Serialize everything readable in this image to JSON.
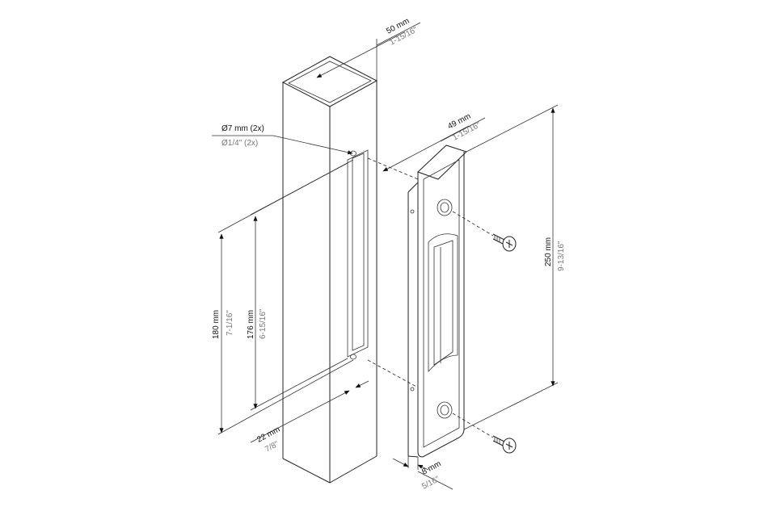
{
  "dimensions": {
    "tube_width": {
      "metric": "50 mm",
      "imperial": "1-15/16\""
    },
    "hole": {
      "metric": "Ø7 mm (2x)",
      "imperial": "Ø1/4\" (2x)"
    },
    "plate_width": {
      "metric": "49 mm",
      "imperial": "1-15/16\""
    },
    "plate_height": {
      "metric": "250 mm",
      "imperial": "9-13/16\""
    },
    "cutout_outer": {
      "metric": "180 mm",
      "imperial": "7-1/16\""
    },
    "cutout_inner": {
      "metric": "176 mm",
      "imperial": "6-15/16\""
    },
    "cutout_width": {
      "metric": "22 mm",
      "imperial": "7/8\""
    },
    "plate_thickness": {
      "metric": "8 mm",
      "imperial": "5/16\""
    }
  }
}
